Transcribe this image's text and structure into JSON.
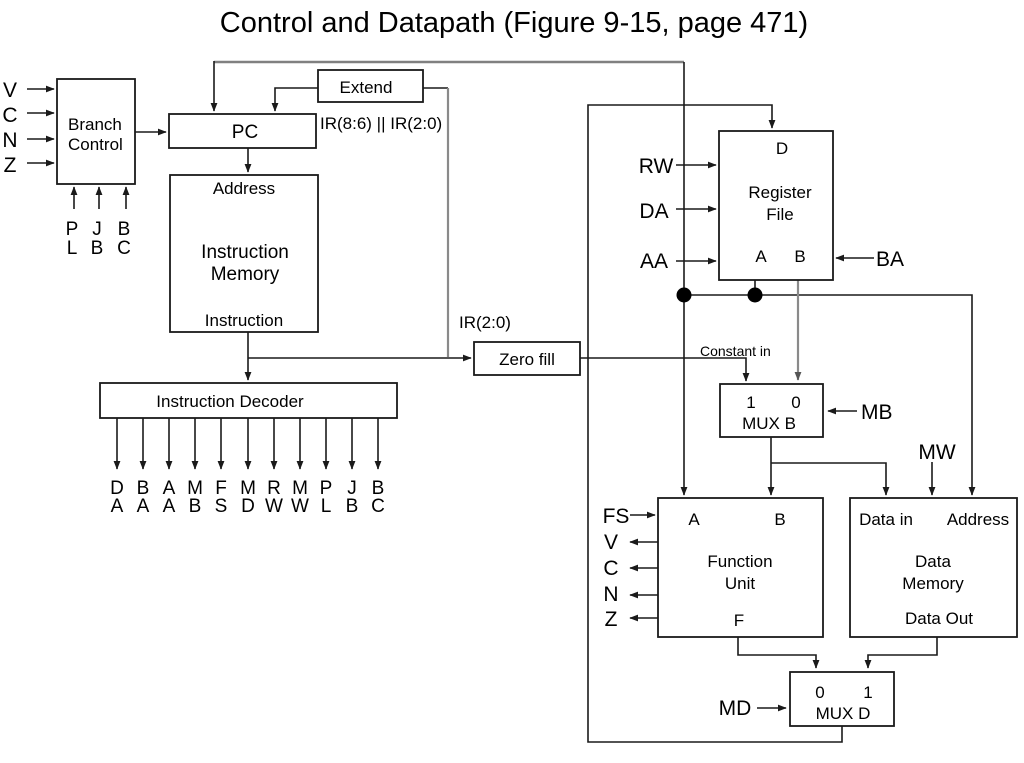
{
  "title": "Control and Datapath (Figure 9-15, page 471)",
  "blocks": {
    "branch_control": {
      "line1": "Branch",
      "line2": "Control"
    },
    "pc": {
      "label": "PC"
    },
    "extend": {
      "label": "Extend"
    },
    "instruction_memory": {
      "top_port": "Address",
      "line1": "Instruction",
      "line2": "Memory",
      "bottom_port": "Instruction"
    },
    "instruction_decoder": {
      "label": "Instruction Decoder"
    },
    "zero_fill": {
      "label": "Zero fill"
    },
    "register_file": {
      "top_port": "D",
      "line1": "Register",
      "line2": "File",
      "port_a": "A",
      "port_b": "B"
    },
    "mux_b": {
      "in1": "1",
      "in0": "0",
      "label": "MUX B"
    },
    "function_unit": {
      "port_a": "A",
      "port_b": "B",
      "line1": "Function",
      "line2": "Unit",
      "out_port": "F"
    },
    "data_memory": {
      "in_port": "Data in",
      "addr_port": "Address",
      "line1": "Data",
      "line2": "Memory",
      "out_port": "Data Out"
    },
    "mux_d": {
      "in0": "0",
      "in1": "1",
      "label": "MUX D"
    }
  },
  "signals": {
    "flags_in": [
      "V",
      "C",
      "N",
      "Z"
    ],
    "branch_inputs": [
      [
        "P",
        "L"
      ],
      [
        "J",
        "B"
      ],
      [
        "B",
        "C"
      ]
    ],
    "decoder_outputs": [
      [
        "D",
        "A"
      ],
      [
        "B",
        "A"
      ],
      [
        "A",
        "A"
      ],
      [
        "M",
        "B"
      ],
      [
        "F",
        "S"
      ],
      [
        "M",
        "D"
      ],
      [
        "R",
        "W"
      ],
      [
        "M",
        "W"
      ],
      [
        "P",
        "L"
      ],
      [
        "J",
        "B"
      ],
      [
        "B",
        "C"
      ]
    ],
    "rw": "RW",
    "da": "DA",
    "aa": "AA",
    "ba": "BA",
    "mb": "MB",
    "mw": "MW",
    "fs": "FS",
    "md": "MD",
    "fu_flags": [
      "V",
      "C",
      "N",
      "Z"
    ],
    "ir_extend": "IR(8:6) || IR(2:0)",
    "ir_zero": "IR(2:0)",
    "constant_in": "Constant in"
  },
  "colors": {
    "line": "#1a1a1a",
    "bus_gray": "#808080",
    "background": "#ffffff",
    "text": "#000000"
  }
}
